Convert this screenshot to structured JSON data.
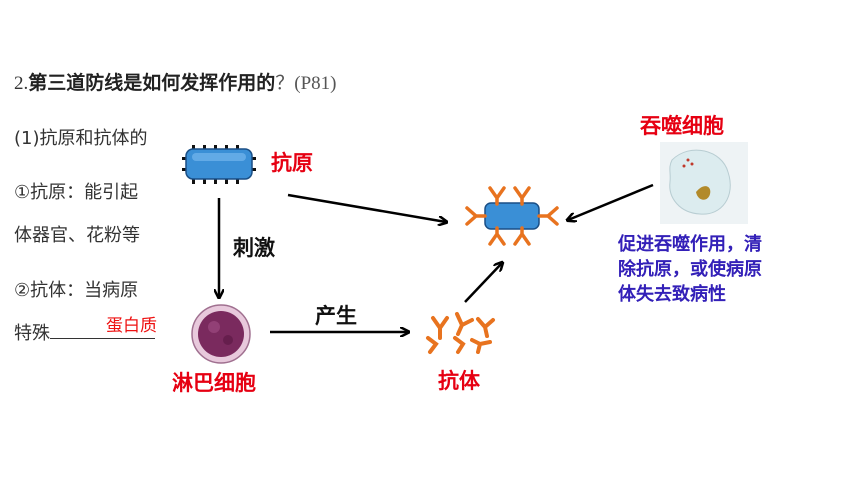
{
  "question": {
    "number": "2.",
    "title": "第三道防线是如何发挥作用的",
    "ref": "？(P81)"
  },
  "lines": {
    "l1": "(1)抗原和抗体的",
    "l2": "①抗原：能引起",
    "l3": "体器官、花粉等",
    "l4": "②抗体：当病原",
    "l5_prefix": "特殊",
    "l5_answer": "蛋白质"
  },
  "diagram": {
    "antigen": "抗原",
    "stimulate": "刺激",
    "lymphocyte": "淋巴细胞",
    "produce": "产生",
    "antibody": "抗体",
    "phagocyte": "吞噬细胞",
    "phagocyte_desc": "促进吞噬作用，清除抗原，或使病原体失去致病性"
  },
  "colors": {
    "red": "#e60012",
    "blue_text": "#3320b8",
    "antigen_fill": "#3a8fd6",
    "antibody": "#e8731f"
  }
}
